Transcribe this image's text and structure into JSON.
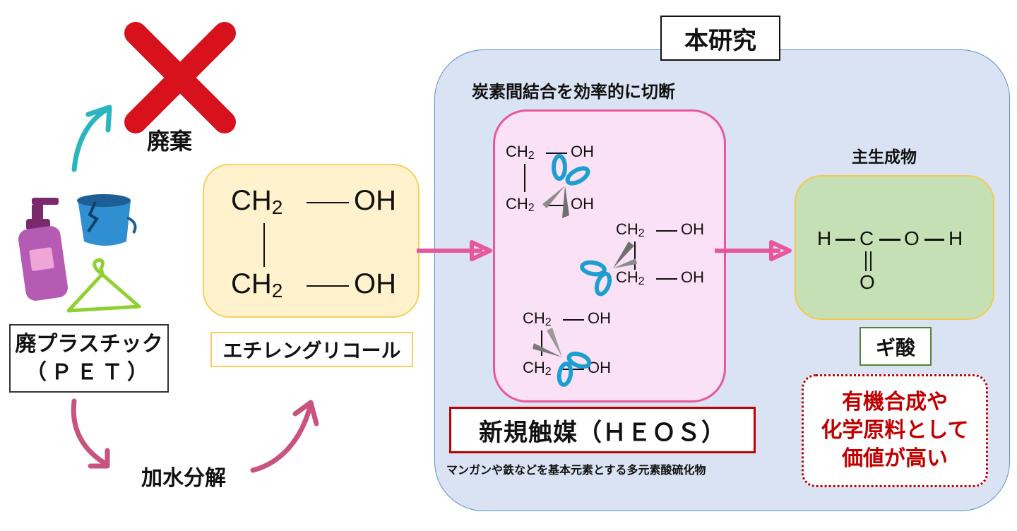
{
  "title": "本研究",
  "left": {
    "discard_label": "廃棄",
    "pet_label_line1": "廃プラスチック",
    "pet_label_line2": "（ＰＥＴ）",
    "hydrolysis_label": "加水分解",
    "ethylene_glycol_label": "エチレングリコール",
    "ethylene_glycol_formula": {
      "group": "CH",
      "sub": "2",
      "oh": "OH"
    }
  },
  "research": {
    "caption": "炭素間結合を効率的に切断",
    "catalyst_label": "新規触媒（ＨＥＯＳ）",
    "catalyst_description": "マンガンや鉄などを基本元素とする多元素酸硫化物",
    "molecule_group": "CH",
    "molecule_sub": "2",
    "molecule_oh": "OH"
  },
  "product": {
    "caption": "主生成物",
    "formula_atoms": {
      "h": "H",
      "c": "C",
      "o": "O"
    },
    "name": "ギ酸",
    "value_lines": [
      "有機合成や",
      "化学原料として",
      "価値が高い"
    ]
  },
  "colors": {
    "panel_bg": "#dae3f3",
    "catalyst_bg": "#fbe1f5",
    "catalyst_border": "#e8579d",
    "product_bg": "#c5e0b4",
    "eg_bg": "#fff2cc",
    "accent_red": "#c00000",
    "arrow_pink": "#e8579d",
    "arrow_teal": "#2bb5c0",
    "arrow_mauve": "#c9537e"
  }
}
